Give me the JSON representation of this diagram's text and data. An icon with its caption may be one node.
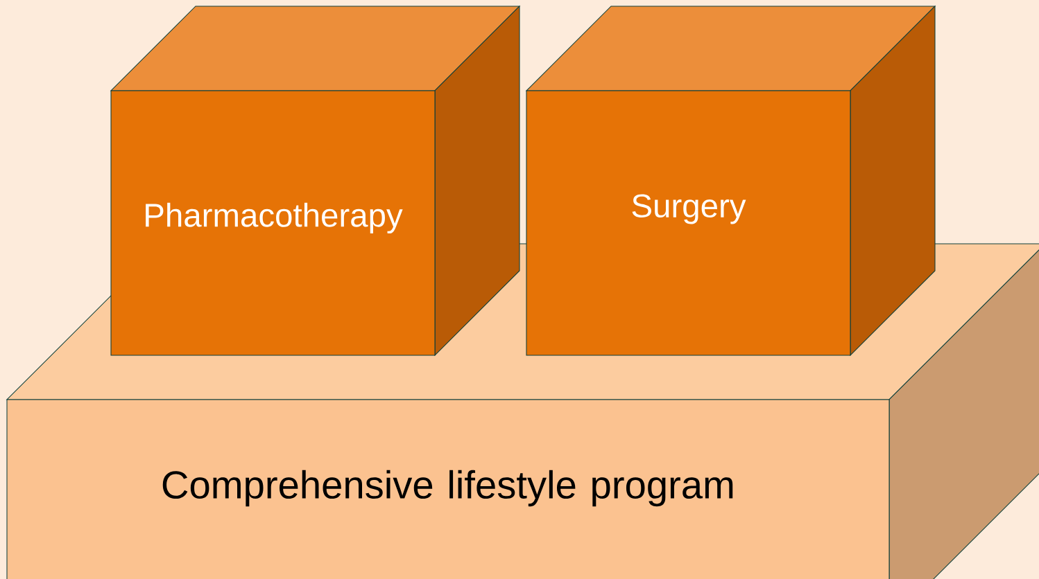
{
  "diagram": {
    "nodes": [
      {
        "text": [
          "Pharmacotherapy"
        ]
      },
      {
        "text": [
          "Surgery"
        ]
      },
      {
        "text": [
          "Comprehensive lifestyle program"
        ]
      }
    ]
  }
}
